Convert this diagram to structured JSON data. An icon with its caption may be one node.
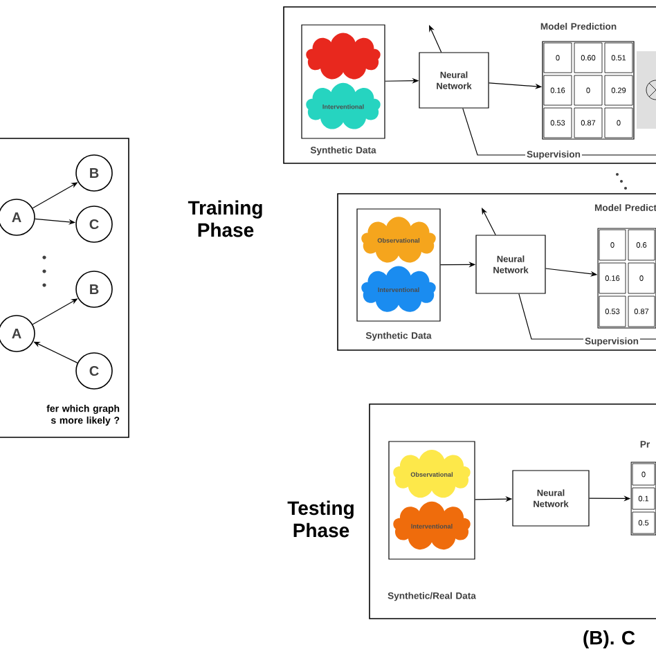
{
  "diagram": {
    "nodes": [
      {
        "text": [
          "fer which graph s more likely ?"
        ]
      },
      {
        "text": [
          "A"
        ],
        "in": 0
      },
      {
        "text": [
          "B"
        ],
        "in": 0
      },
      {
        "text": [
          "C"
        ],
        "in": 0
      },
      {
        "text": [
          "B"
        ],
        "in": 0
      },
      {
        "text": [
          "A"
        ],
        "in": 0
      },
      {
        "text": [
          "C"
        ],
        "in": 0
      },
      {
        "text": [],
        "shape": "box"
      },
      {
        "text": [],
        "shape": "box",
        "in": 7,
        "beside": [
          "Synthetic Data"
        ]
      },
      {
        "text": [],
        "shape": "cloud",
        "in": 8
      },
      {
        "text": [
          "Interventional"
        ],
        "in": 8
      },
      {
        "text": [
          "Neural Network"
        ],
        "in": 7
      },
      {
        "text": [],
        "shape": "box",
        "in": 7,
        "beside": [
          "Model Prediction"
        ]
      },
      {
        "text": [
          "0"
        ],
        "in": 12
      },
      {
        "text": [
          "0.60"
        ],
        "in": 12
      },
      {
        "text": [
          "0.51"
        ],
        "in": 12
      },
      {
        "text": [
          "0.16"
        ],
        "in": 12
      },
      {
        "text": [
          "0"
        ],
        "in": 12
      },
      {
        "text": [
          "0.29"
        ],
        "in": 12
      },
      {
        "text": [
          "0.53"
        ],
        "in": 12
      },
      {
        "text": [
          "0.87"
        ],
        "in": 12
      },
      {
        "text": [
          "0"
        ],
        "in": 12
      },
      {
        "text": [],
        "shape": "box"
      },
      {
        "text": [],
        "shape": "box",
        "in": 22,
        "beside": [
          "Synthetic Data"
        ]
      },
      {
        "text": [
          "Observational"
        ],
        "in": 23
      },
      {
        "text": [
          "Interventional"
        ],
        "in": 23
      },
      {
        "text": [
          "Neural Network"
        ],
        "in": 22
      },
      {
        "text": [],
        "shape": "box",
        "in": 22,
        "beside": [
          "Model Predict"
        ]
      },
      {
        "text": [
          "0"
        ],
        "in": 27
      },
      {
        "text": [
          "0.6"
        ],
        "in": 27
      },
      {
        "text": [
          "0.16"
        ],
        "in": 27
      },
      {
        "text": [
          "0"
        ],
        "in": 27
      },
      {
        "text": [
          "0.53"
        ],
        "in": 27
      },
      {
        "text": [
          "0.87"
        ],
        "in": 27
      },
      {
        "text": [],
        "shape": "box"
      },
      {
        "text": [],
        "shape": "box",
        "in": 34,
        "beside": [
          "Synthetic/Real Data"
        ]
      },
      {
        "text": [
          "Observational"
        ],
        "in": 35
      },
      {
        "text": [
          "Interventional"
        ],
        "in": 35
      },
      {
        "text": [
          "Neural Network"
        ],
        "in": 34
      },
      {
        "text": [],
        "shape": "box",
        "in": 34,
        "beside": [
          "Pr"
        ]
      },
      {
        "text": [
          "0"
        ],
        "in": 39
      },
      {
        "text": [
          "0.1"
        ],
        "in": 39
      },
      {
        "text": [
          "0.5"
        ],
        "in": 39
      }
    ],
    "edges": [
      {
        "from": 1,
        "to": 2,
        "arrow": "to"
      },
      {
        "from": 1,
        "to": 3,
        "arrow": "to"
      },
      {
        "from": 5,
        "to": 4,
        "arrow": "to"
      },
      {
        "from": 6,
        "to": 5,
        "arrow": "to"
      },
      {
        "from": 8,
        "to": 11,
        "arrow": "to"
      },
      {
        "from": 11,
        "to": 12,
        "arrow": "to"
      },
      {
        "from": 11,
        "to": null,
        "arrow": "to"
      },
      {
        "from": null,
        "to": 11,
        "arrow": "none",
        "label": "Supervision"
      },
      {
        "from": 23,
        "to": 26,
        "arrow": "to"
      },
      {
        "from": 26,
        "to": 27,
        "arrow": "to"
      },
      {
        "from": 26,
        "to": null,
        "arrow": "to"
      },
      {
        "from": null,
        "to": 26,
        "arrow": "none",
        "label": "Supervision"
      },
      {
        "from": 35,
        "to": 38,
        "arrow": "to"
      },
      {
        "from": 38,
        "to": 39,
        "arrow": "to"
      }
    ],
    "labels": [
      "Training Phase",
      "Testing Phase",
      "(B). C"
    ]
  }
}
